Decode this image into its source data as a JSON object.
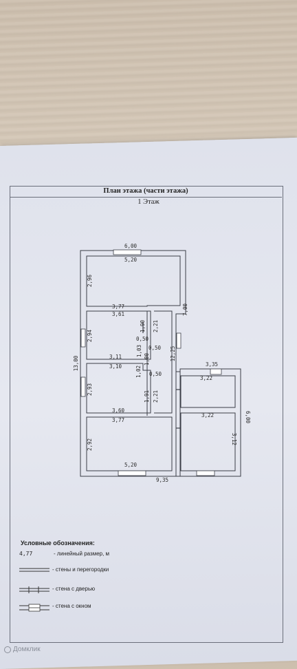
{
  "document": {
    "title": "План этажа (части этажа)",
    "floor": "1 Этаж"
  },
  "dimensions": {
    "top_outer": "6,00",
    "top_inner": "5,20",
    "room1_height": "2,96",
    "room1_bottom_outer": "3,77",
    "room2_top": "3,61",
    "room2_height": "2,94",
    "room2_right_a": "1,90",
    "room2_right_b": "2,21",
    "corridor_w1": "0,50",
    "corridor_w2": "0,50",
    "corridor_h1": "1,03",
    "corridor_h2": "1,00",
    "room2_bottom": "3,11",
    "room3_top": "3,10",
    "room3_height": "2,93",
    "room3_right_a": "1,02",
    "room3_right_b": "0,50",
    "room3_right_c": "1,91",
    "room3_right_d": "2,21",
    "room3_bottom": "3,60",
    "room4_top_outer": "3,77",
    "room4_height": "2,92",
    "room4_bottom": "5,20",
    "left_total": "13,00",
    "right_upper": "7,00",
    "middle_total": "12,25",
    "annex_top": "3,35",
    "annex_room1": "3,22",
    "annex_room2": "3,22",
    "annex_right": "6,00",
    "annex_right_inner": "3,12",
    "bottom_total": "9,35"
  },
  "legend": {
    "title": "Условные обозначения:",
    "sample_value": "4,77",
    "linear_size": "- линейный размер, м",
    "walls": "- стены и перегородки",
    "wall_door": "- стена с дверью",
    "wall_window": "- стена с окном"
  },
  "watermark": {
    "text": "Домклик"
  }
}
